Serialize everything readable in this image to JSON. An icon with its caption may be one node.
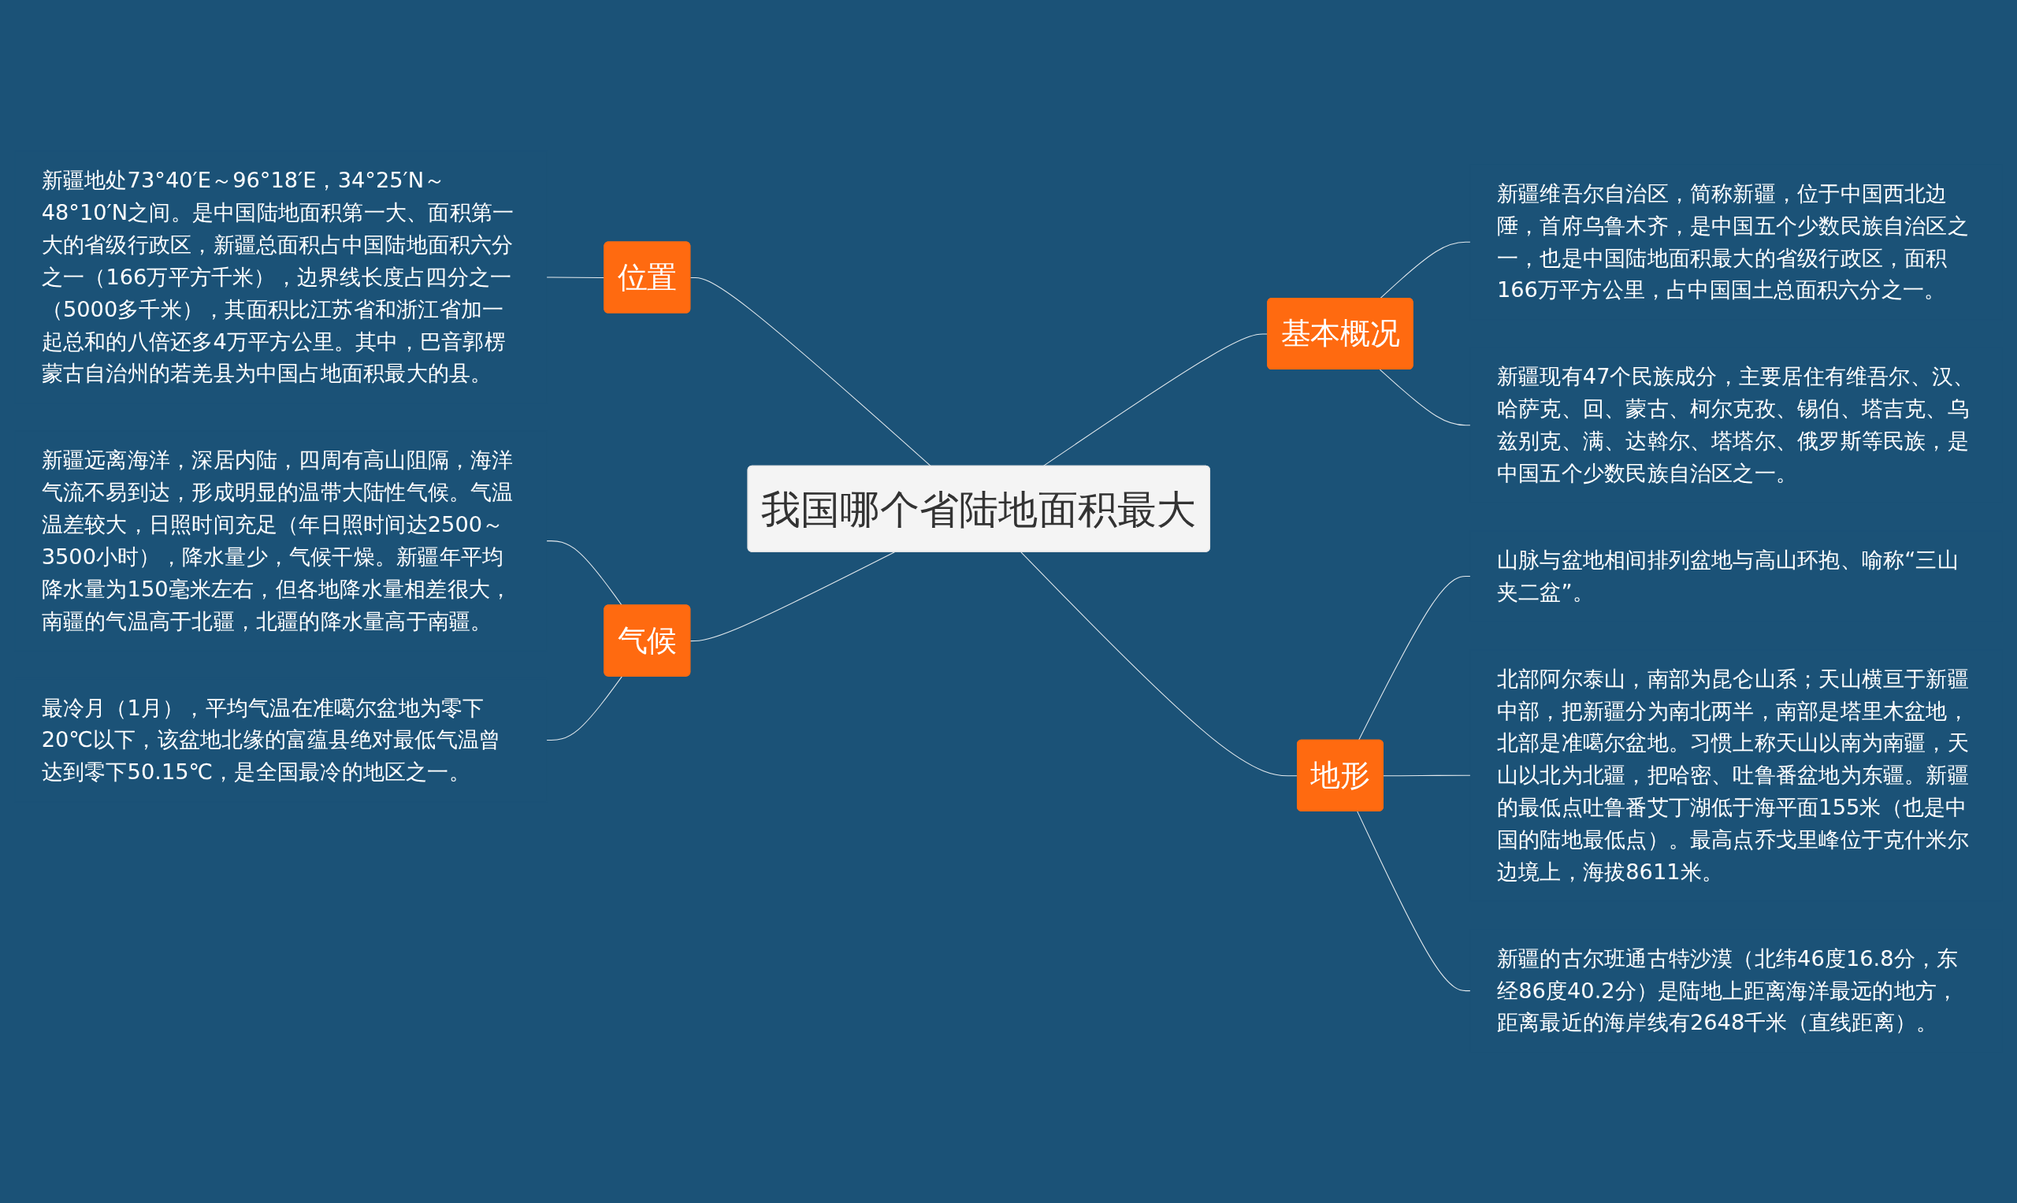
{
  "diagram": {
    "nodes": [
      {
        "text": [
          "我国哪个省陆地面积最大"
        ]
      },
      {
        "text": [
          "基本概况"
        ]
      },
      {
        "text": [
          "新疆维吾尔自治区，简称新疆，位于中国西北边陲，首府乌鲁木齐，是中国五个少数民族自治区之一，也是中国陆地面积最大的省级行政区，面积166万平方公里，占中国国土总面积六分之一。"
        ]
      },
      {
        "text": [
          "新疆现有47个民族成分，主要居住有维吾尔、汉、哈萨克、回、蒙古、柯尔克孜、锡伯、塔吉克、乌兹别克、满、达斡尔、塔塔尔、俄罗斯等民族，是中国五个少数民族自治区之一。"
        ]
      },
      {
        "text": [
          "地形"
        ]
      },
      {
        "text": [
          "山脉与盆地相间排列盆地与高山环抱、喻称“三山夹二盆”。"
        ]
      },
      {
        "text": [
          "北部阿尔泰山，南部为昆仑山系；天山横亘于新疆中部，把新疆分为南北两半，南部是塔里木盆地，北部是准噶尔盆地。习惯上称天山以南为南疆，天山以北为北疆，把哈密、吐鲁番盆地为东疆。新疆的最低点吐鲁番艾丁湖低于海平面155米（也是中国的陆地最低点）。最高点乔戈里峰位于克什米尔边境上，海拔8611米。"
        ]
      },
      {
        "text": [
          "新疆的古尔班通古特沙漠（北纬46度16.8分，东经86度40.2分）是陆地上距离海洋最远的地方，距离最近的海岸线有2648千米（直线距离）。"
        ]
      },
      {
        "text": [
          "位置"
        ]
      },
      {
        "text": [
          "新疆地处73°40′E～96°18′E，34°25′N～48°10′N之间。是中国陆地面积第一大、面积第一大的省级行政区，新疆总面积占中国陆地面积六分之一（166万平方千米），边界线长度占四分之一（5000多千米），其面积比江苏省和浙江省加一起总和的八倍还多4万平方公里。其中，巴音郭楞蒙古自治州的若羌县为中国占地面积最大的县。"
        ]
      },
      {
        "text": [
          "气候"
        ]
      },
      {
        "text": [
          "新疆远离海洋，深居内陆，四周有高山阻隔，海洋气流不易到达，形成明显的温带大陆性气候。气温温差较大，日照时间充足（年日照时间达2500～3500小时），降水量少，气候干燥。新疆年平均降水量为150毫米左右，但各地降水量相差很大，南疆的气温高于北疆，北疆的降水量高于南疆。"
        ]
      },
      {
        "text": [
          "最冷月（1月），平均气温在准噶尔盆地为零下20℃以下，该盆地北缘的富蕴县绝对最低气温曾达到零下50.15℃，是全国最冷的地区之一。"
        ]
      }
    ],
    "edges": [
      {
        "from": 0,
        "to": 1,
        "arrow": "none"
      },
      {
        "from": 1,
        "to": 2,
        "arrow": "none"
      },
      {
        "from": 1,
        "to": 3,
        "arrow": "none"
      },
      {
        "from": 0,
        "to": 4,
        "arrow": "none"
      },
      {
        "from": 4,
        "to": 5,
        "arrow": "none"
      },
      {
        "from": 4,
        "to": 6,
        "arrow": "none"
      },
      {
        "from": 4,
        "to": 7,
        "arrow": "none"
      },
      {
        "from": 8,
        "to": 0,
        "arrow": "none"
      },
      {
        "from": 9,
        "to": 8,
        "arrow": "none"
      },
      {
        "from": 10,
        "to": 0,
        "arrow": "none"
      },
      {
        "from": 11,
        "to": 10,
        "arrow": "none"
      },
      {
        "from": 12,
        "to": 10,
        "arrow": "none"
      }
    ]
  }
}
